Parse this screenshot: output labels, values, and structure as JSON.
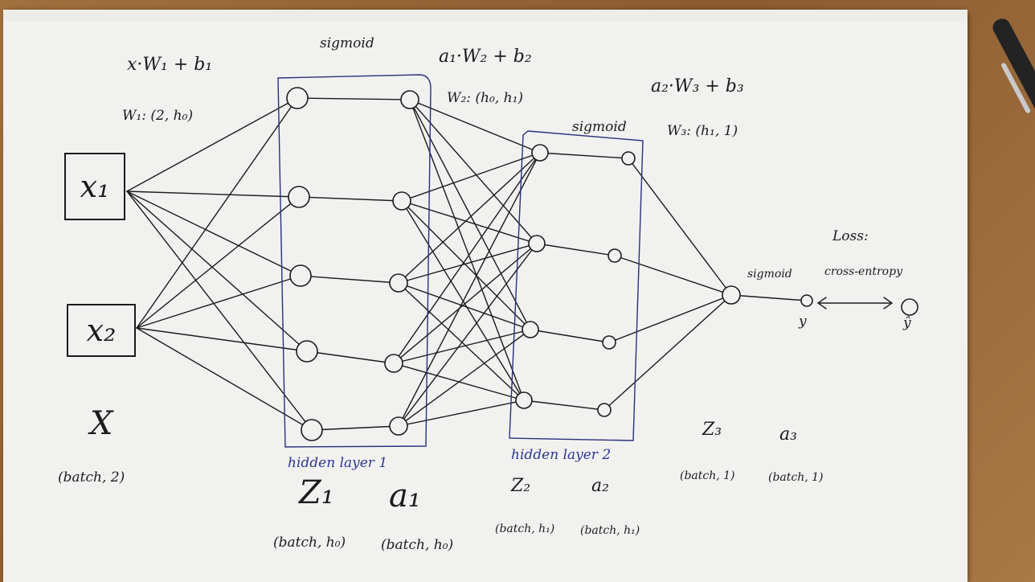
{
  "labels": {
    "eq1": "x·W₁ + b₁",
    "w1_shape": "W₁: (2, h₀)",
    "sigmoid1": "sigmoid",
    "eq2": "a₁·W₂ + b₂",
    "w2_shape": "W₂: (h₀, h₁)",
    "sigmoid2": "sigmoid",
    "eq3": "a₂·W₃ + b₃",
    "w3_shape": "W₃: (h₁, 1)",
    "input1": "x₁",
    "input2": "x₂",
    "x_matrix": "X",
    "x_shape": "(batch, 2)",
    "hidden1": "hidden layer 1",
    "hidden2": "hidden layer 2",
    "z1": "Z₁",
    "a1": "a₁",
    "z1_shape": "(batch, h₀)",
    "a1_shape": "(batch, h₀)",
    "z2": "Z₂",
    "a2": "a₂",
    "z2_shape": "(batch, h₁)",
    "a2_shape": "(batch, h₁)",
    "z3": "Z₃",
    "a3": "a₃",
    "z3_shape": "(batch, 1)",
    "a3_shape": "(batch, 1)",
    "sigmoid3": "sigmoid",
    "loss_title": "Loss:",
    "loss_type": "cross-entropy",
    "y_label": "y",
    "yhat_label": "ŷ"
  },
  "colors": {
    "ink": "#1b1b1b",
    "box_ink": "#2a2f7a",
    "paper": "#f1f2f0",
    "table": "#9a6a3c"
  },
  "layers": {
    "input_nodes": 2,
    "hidden1_nodes": 5,
    "hidden2_nodes": 4,
    "output_nodes": 1
  }
}
